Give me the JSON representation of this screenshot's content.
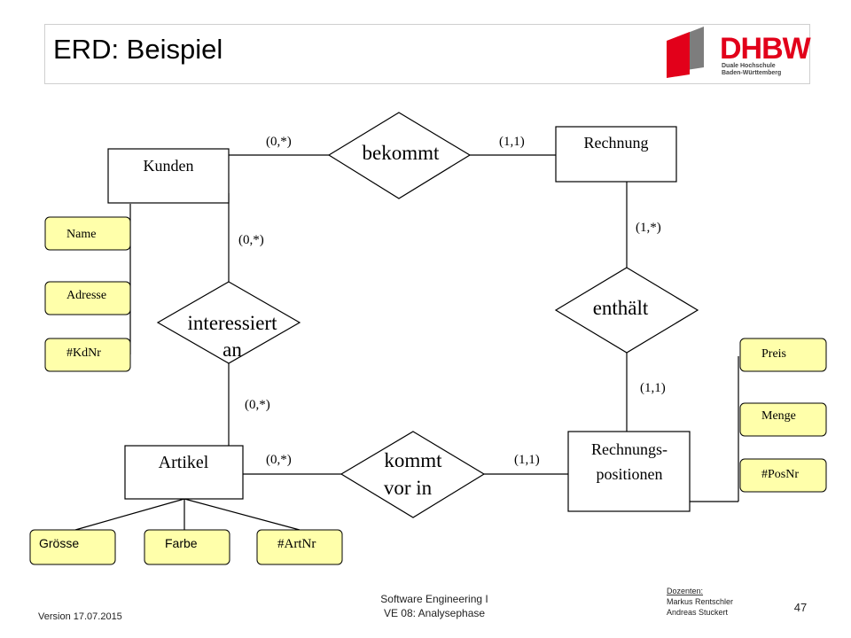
{
  "header": {
    "title": "ERD: Beispiel"
  },
  "logo": {
    "mark": "DHBW",
    "line1": "Duale Hochschule",
    "line2": "Baden-Württemberg",
    "red": "#e2001a",
    "gray": "#7d7d7d"
  },
  "entities": {
    "kunden": "Kunden",
    "rechnung": "Rechnung",
    "artikel": "Artikel",
    "rechnungspositionen_1": "Rechnungs-",
    "rechnungspositionen_2": "positionen"
  },
  "relationships": {
    "bekommt": "bekommt",
    "interessiert_1": "interessiert",
    "interessiert_2": "an",
    "enthaelt": "enthält",
    "kommt_1": "kommt",
    "kommt_2": "vor in"
  },
  "cardinalities": {
    "kunden_bekommt": "(0,*)",
    "bekommt_rechnung": "(1,1)",
    "kunden_interessiert": "(0,*)",
    "rechnung_enthaelt": "(1,*)",
    "enthaelt_positionen": "(1,1)",
    "interessiert_artikel": "(0,*)",
    "artikel_kommt": "(0,*)",
    "kommt_positionen": "(1,1)"
  },
  "attributes": {
    "kunden": [
      "Name",
      "Adresse",
      "#KdNr"
    ],
    "artikel": [
      "Grösse",
      "Farbe",
      "#ArtNr"
    ],
    "positionen": [
      "Preis",
      "Menge",
      "#PosNr"
    ]
  },
  "footer": {
    "version": "Version 17.07.2015",
    "course": "Software Engineering I",
    "lecture": "VE 08: Analysephase",
    "lecturers_label": "Dozenten:",
    "lecturer_1": "Markus Rentschler",
    "lecturer_2": "Andreas Stuckert",
    "page": "47"
  },
  "colors": {
    "attribute_fill": "#ffffaa",
    "line": "#000000"
  }
}
